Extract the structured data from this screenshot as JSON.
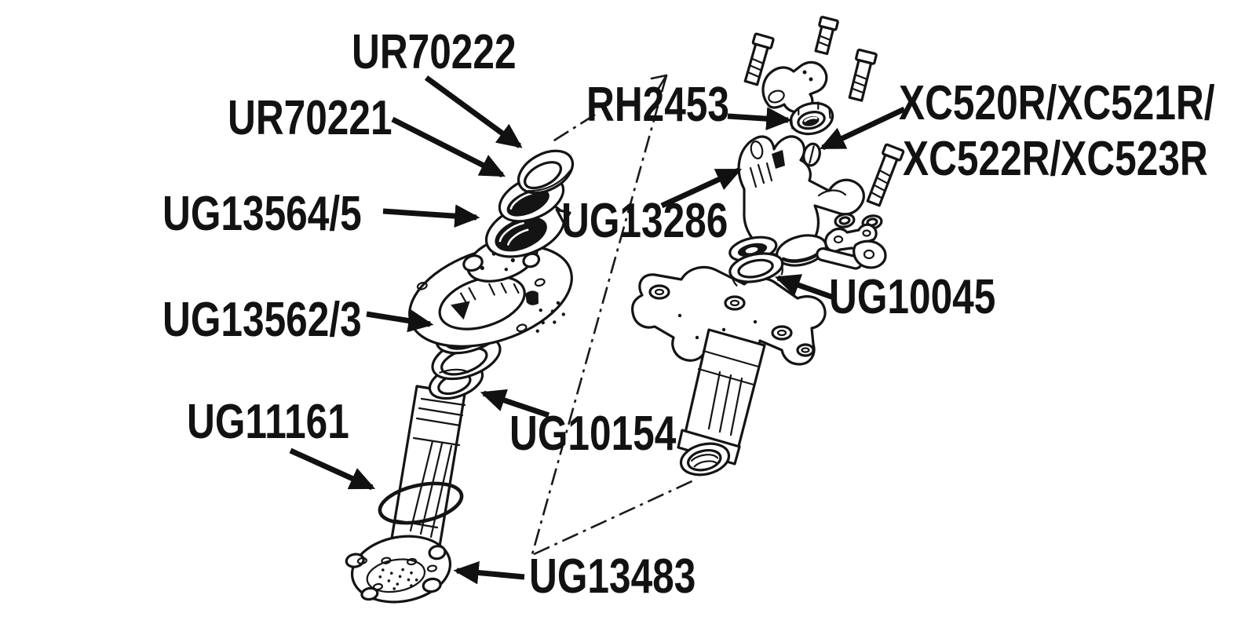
{
  "diagram": {
    "type": "exploded-parts-diagram",
    "subject": "stub axle, hub bearings and drive flange assembly",
    "background_color": "#ffffff",
    "ink_color": "#141414",
    "labels": [
      {
        "id": "ur70222",
        "text": "UR70222"
      },
      {
        "id": "ur70221",
        "text": "UR70221"
      },
      {
        "id": "ug13564-5",
        "text": "UG13564/5"
      },
      {
        "id": "ug13562-3",
        "text": "UG13562/3"
      },
      {
        "id": "ug11161",
        "text": "UG11161"
      },
      {
        "id": "ug10154",
        "text": "UG10154"
      },
      {
        "id": "ug13483",
        "text": "UG13483"
      },
      {
        "id": "rh2453",
        "text": "RH2453"
      },
      {
        "id": "ug13286",
        "text": "UG13286"
      },
      {
        "id": "xc-row1",
        "text": "XC520R/XC521R/"
      },
      {
        "id": "xc-row2",
        "text": "XC522R/XC523R"
      },
      {
        "id": "ug10045",
        "text": "UG10045"
      }
    ]
  }
}
